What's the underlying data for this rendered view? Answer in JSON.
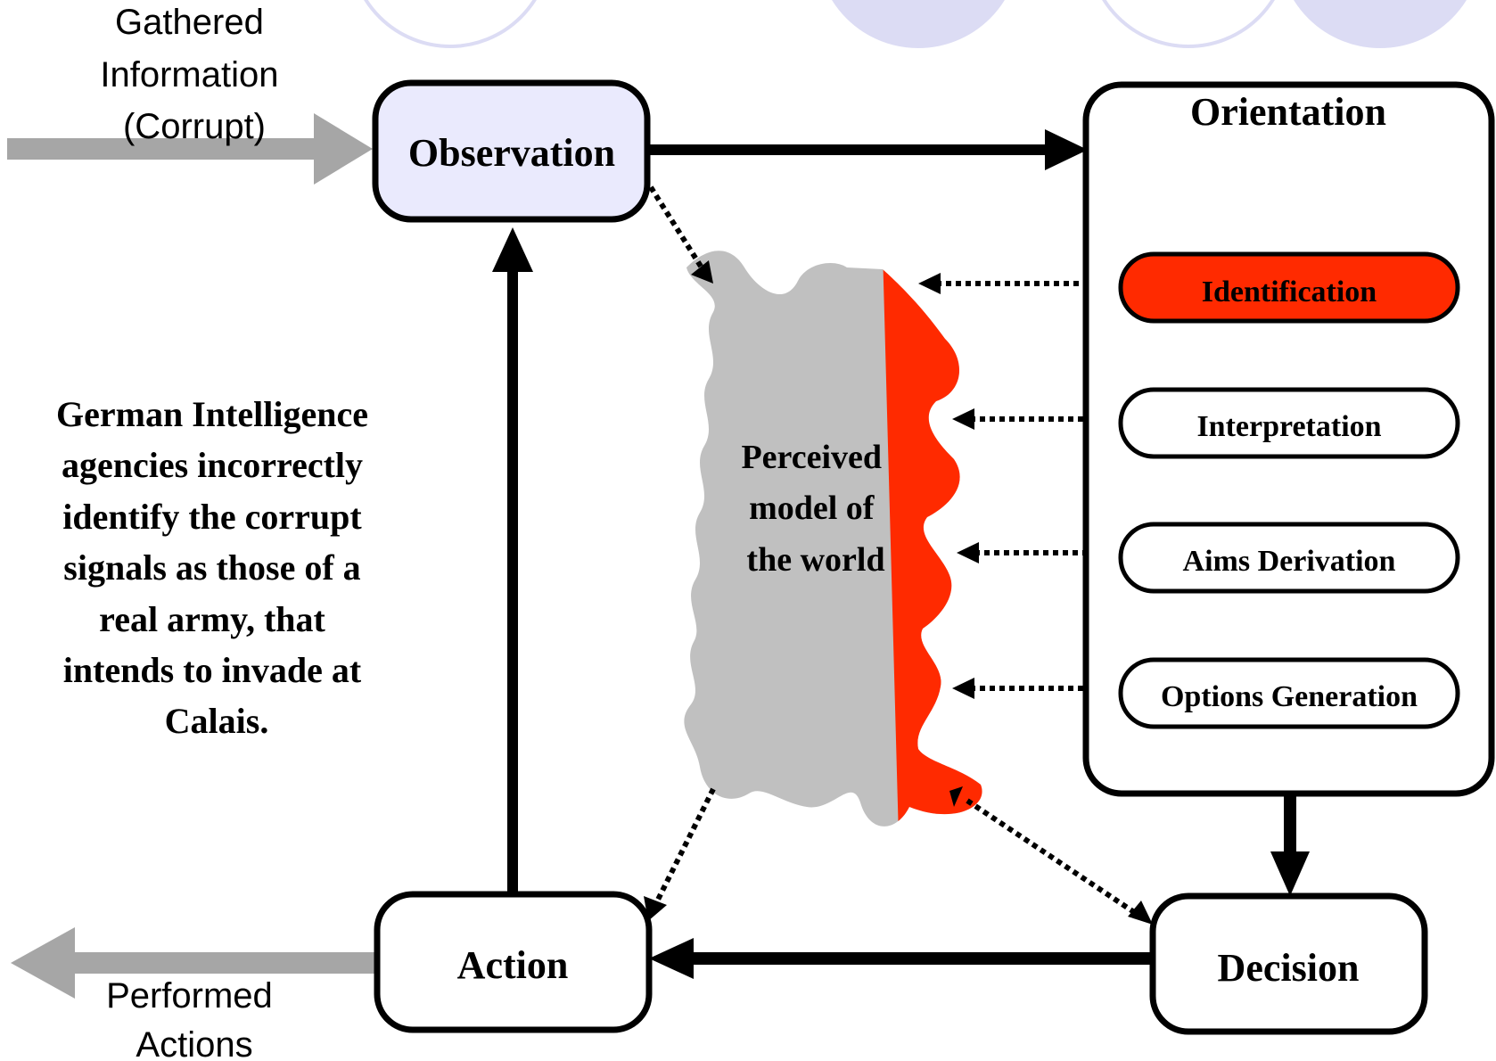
{
  "colors": {
    "observation_fill": "#eaeafd",
    "highlight_red": "#ff2a00",
    "gray_arrow": "#a6a6a6",
    "gray_blob": "#c0c0c0",
    "bg_circles": "#dcdcf4"
  },
  "inputs": {
    "gathered_line1": "Gathered",
    "gathered_line2": "Information",
    "gathered_line3": "(Corrupt)"
  },
  "outputs": {
    "performed_line1": "Performed",
    "performed_line2": "Actions"
  },
  "nodes": {
    "observation": "Observation",
    "orientation": "Orientation",
    "decision": "Decision",
    "action": "Action"
  },
  "orientation_steps": [
    "Identification",
    "Interpretation",
    "Aims Derivation",
    "Options Generation"
  ],
  "world_model": {
    "line1": "Perceived",
    "line2": "model of",
    "line3": "the world"
  },
  "annotation": {
    "line1": "German Intelligence",
    "line2": "agencies incorrectly",
    "line3": "identify the corrupt",
    "line4": "signals as those of a",
    "line5": "real army, that",
    "line6": "intends to invade at",
    "line7": "Calais."
  }
}
